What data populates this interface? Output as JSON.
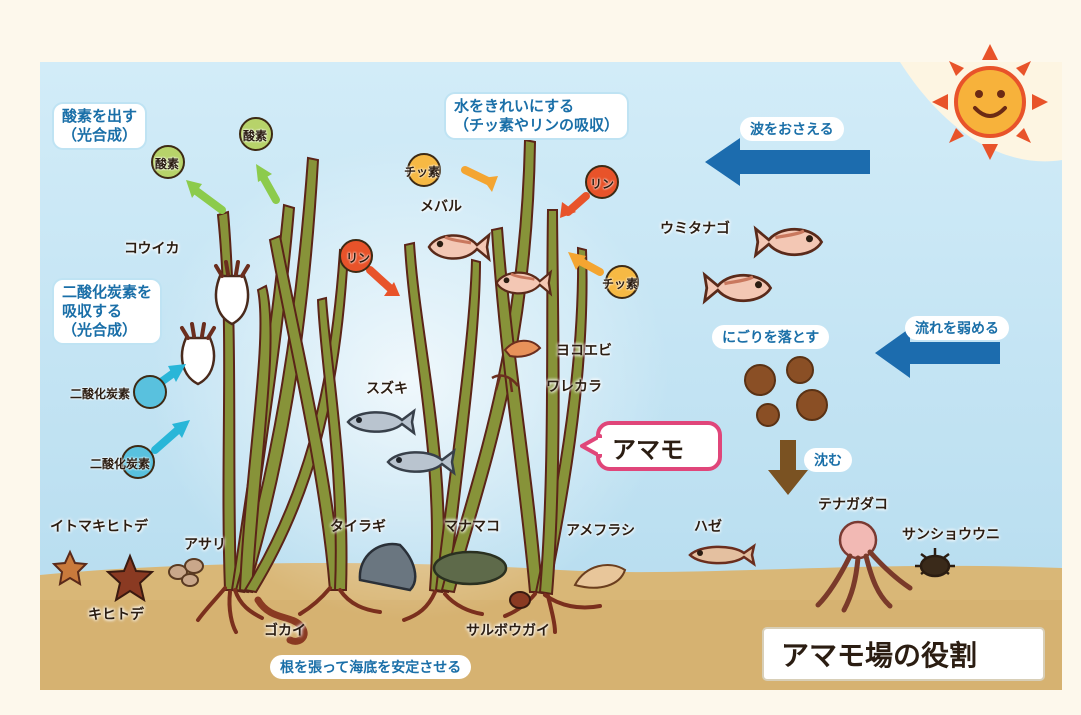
{
  "title": "アマモ場の役割",
  "roles": {
    "oxygen": {
      "line1": "酸素を出す",
      "line2": "（光合成）"
    },
    "co2": {
      "line1": "二酸化炭素を",
      "line2": "吸収する",
      "line3": "（光合成）"
    },
    "clean_water": {
      "line1": "水をきれいにする",
      "line2": "（チッ素やリンの吸収）"
    },
    "waves": "波をおさえる",
    "current": "流れを弱める",
    "turbidity": "にごりを落とす",
    "sink": "沈む",
    "roots": "根を張って海底を安定させる",
    "eelgrass": "アマモ"
  },
  "molecules": {
    "oxygen": "酸素",
    "co2": "二酸化炭素",
    "nitrogen": "チッ素",
    "phosphorus": "リン"
  },
  "creatures": {
    "squid": "コウイカ",
    "rockfish": "メバル",
    "surfperch": "ウミタナゴ",
    "shrimp": "ヨコエビ",
    "caprellid": "ワレカラ",
    "seabass": "スズキ",
    "starfish1": "イトマキヒトデ",
    "clam": "アサリ",
    "pen_shell": "タイラギ",
    "sea_cucumber": "マナマコ",
    "sea_hare": "アメフラシ",
    "goby": "ハゼ",
    "octopus": "テナガダコ",
    "urchin": "サンショウウニ",
    "starfish2": "キヒトデ",
    "worm": "ゴカイ",
    "cockle": "サルボウガイ"
  },
  "colors": {
    "water_top": "#cfeaf7",
    "water_bottom": "#bfe2f2",
    "sand": "#d9b777",
    "blue_arrow": "#1c6cae",
    "green_arrow": "#8ccb4c",
    "orange_arrow": "#f4a531",
    "red_arrow": "#e8532a",
    "cyan_arrow": "#29b6d8",
    "brown_arrow": "#7a5222",
    "grass": "#7f8a3a",
    "title_bg": "#ffffff"
  },
  "icons": [
    "sun-icon",
    "fish-icon",
    "squid-icon",
    "starfish-icon",
    "octopus-icon",
    "urchin-icon",
    "shell-icon"
  ]
}
